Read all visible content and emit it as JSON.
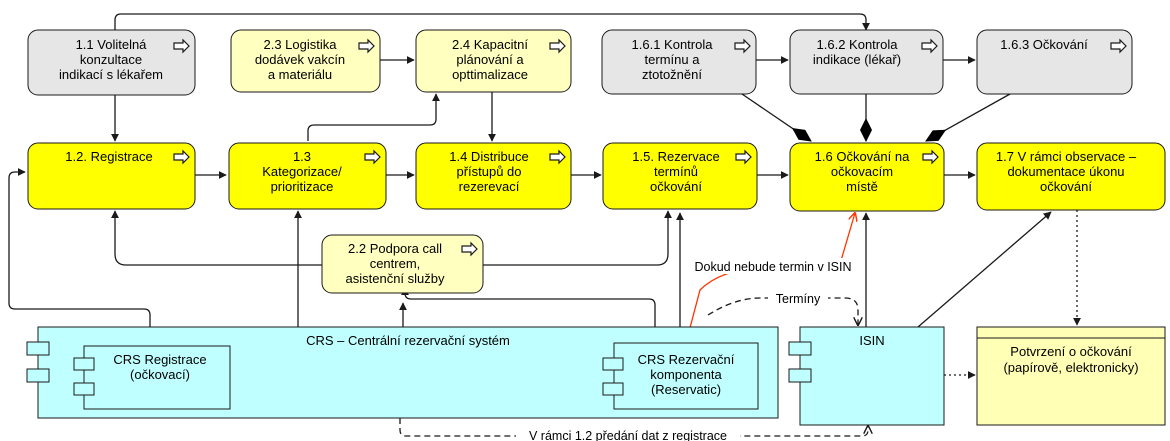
{
  "colors": {
    "process_grey": "#e6e6e6",
    "process_light_yellow": "#ffffc0",
    "process_yellow": "#ffff00",
    "component_cyan": "#c0ffff",
    "artifact_yellow": "#ffffb5",
    "red_line": "#ff3300",
    "stroke": "#1a1a1a"
  },
  "icons": {
    "process": "process-arrow-icon",
    "component": "component-icon"
  },
  "processes": {
    "p1_1": [
      "1.1 Volitelná",
      "konzultace",
      "indikací s lékařem"
    ],
    "p2_3": [
      "2.3 Logistika",
      "dodávek vakcín",
      "a materiálu"
    ],
    "p2_4": [
      "2.4 Kapacitní",
      "plánování a",
      "opttimalizace"
    ],
    "p1_6_1": [
      "1.6.1 Kontrola",
      "termínu a",
      "ztotožnění"
    ],
    "p1_6_2": [
      "1.6.2 Kontrola",
      "indikace (lékař)"
    ],
    "p1_6_3": [
      "1.6.3 Očkování"
    ],
    "p1_2": [
      "1.2. Registrace"
    ],
    "p1_3": [
      "1.3",
      "Kategorizace/",
      "prioritizace"
    ],
    "p1_4": [
      "1.4 Distribuce",
      "přístupů do",
      "rezerevací"
    ],
    "p1_5": [
      "1.5. Rezervace",
      "termínů",
      "očkování"
    ],
    "p1_6": [
      "1.6 Očkování na",
      "očkovacím",
      "místě"
    ],
    "p1_7": [
      "1.7 V rámci observace –",
      "dokumentace úkonu",
      "očkování"
    ],
    "p2_2": [
      "2.2 Podpora call",
      "centrem,",
      "asistenční služby"
    ]
  },
  "components": {
    "crs": [
      "CRS – Centrální rezervační systém"
    ],
    "crs_reg": [
      "CRS Registrace",
      "(očkovací)"
    ],
    "crs_rez": [
      "CRS Rezervační",
      "komponenta",
      "(Reservatic)"
    ],
    "isin": [
      "ISIN"
    ]
  },
  "artifact": [
    "Potvrzení o očkování",
    "(papírově, elektronicky)"
  ],
  "edge_labels": {
    "terminy": "Termíny",
    "dokud": "Dokud nebude termin v ISIN",
    "v_ramci": "V rámci 1.2 předání dat z registrace"
  }
}
